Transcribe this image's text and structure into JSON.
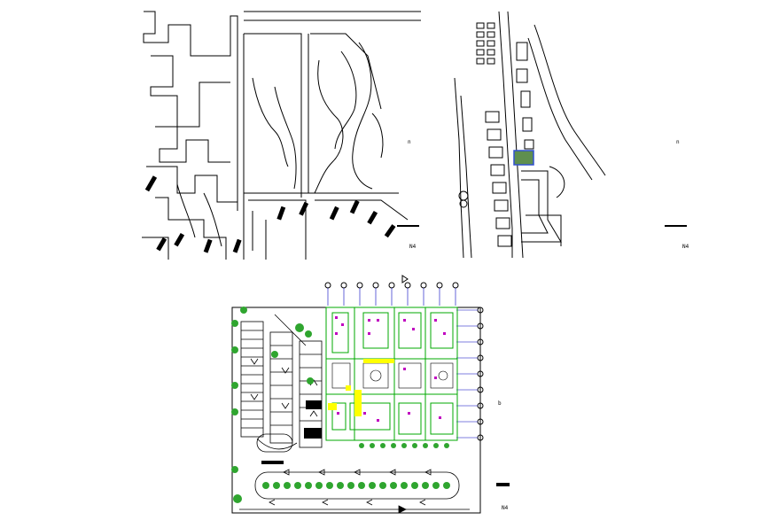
{
  "panels": {
    "top_left": {
      "sheet_label": "N4",
      "mark": "n"
    },
    "top_right": {
      "sheet_label": "N4",
      "mark": "n"
    },
    "site_plan": {
      "sheet_label": "N4",
      "mark": "b",
      "grid_columns": 9,
      "grid_rows": 9
    }
  },
  "colors": {
    "lines": "#000000",
    "plan_walls": "#00a800",
    "furniture": "#c000c0",
    "highlight": "#ffff00",
    "grid_bubbles": "#0000c0",
    "trees": "#2fa52f",
    "site_marker": "#3050d0"
  }
}
